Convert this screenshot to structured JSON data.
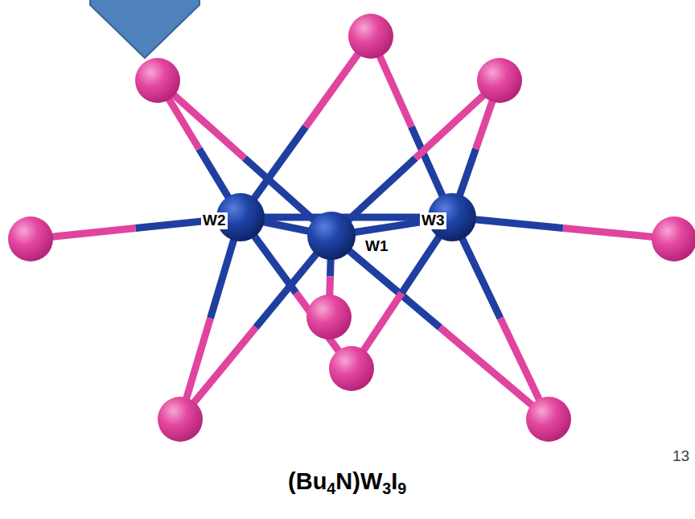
{
  "diagram": {
    "caption": "(Bu4N)W3I9",
    "labels": [
      "W2",
      "W1",
      "W3",
      "13"
    ]
  }
}
